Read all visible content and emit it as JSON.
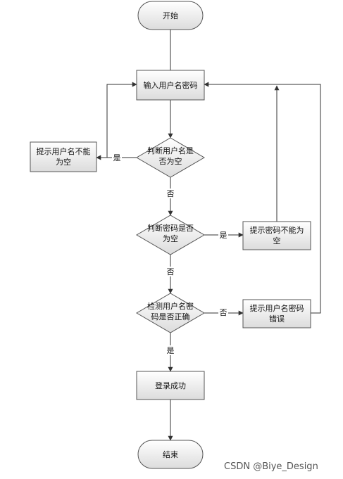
{
  "nodes": {
    "start": "开始",
    "input": "输入用户名密码",
    "check_user": [
      "判断用户名是",
      "否为空"
    ],
    "warn_user": [
      "提示用户名不能",
      "为空"
    ],
    "check_pwd": [
      "判断密码是否",
      "为空"
    ],
    "warn_pwd": [
      "提示密码不能为",
      "空"
    ],
    "verify": [
      "检测用户名密",
      "码是否正确"
    ],
    "warn_wrong": [
      "提示用户名密码",
      "错误"
    ],
    "success": "登录成功",
    "end": "结束"
  },
  "edges": {
    "user_empty_yes": "是",
    "user_empty_no": "否",
    "pwd_empty_yes": "是",
    "pwd_empty_no": "否",
    "verify_no": "否",
    "verify_yes": "是"
  },
  "watermark": "CSDN @Biye_Design"
}
